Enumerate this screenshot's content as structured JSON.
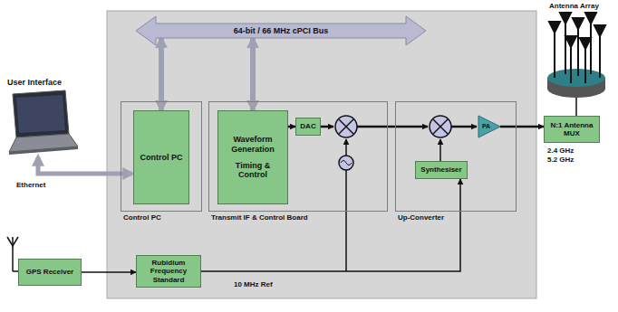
{
  "diagram": {
    "nodes": [
      {
        "text": [
          "64-bit / 66 MHz cPCI Bus"
        ]
      },
      {
        "text": [
          "Control PC"
        ]
      },
      {
        "text": [
          "Control PC"
        ],
        "in": 1
      },
      {
        "text": [
          "Transmit IF & Control Board"
        ]
      },
      {
        "text": [
          "Waveform Generation",
          "Timing & Control"
        ],
        "in": 3
      },
      {
        "text": [
          "DAC"
        ],
        "in": 3
      },
      {
        "text": [
          "Up-Converter"
        ]
      },
      {
        "text": [
          "Synthesiser"
        ],
        "in": 6
      },
      {
        "text": [
          "PA"
        ],
        "in": 6
      },
      {
        "text": [
          "N:1 Antenna MUX"
        ]
      },
      {
        "text": [
          "GPS Receiver"
        ]
      },
      {
        "text": [
          "Rubidium Frequency Standard"
        ]
      }
    ],
    "edges": [
      {
        "from": 0,
        "to": 2,
        "arrow": "both"
      },
      {
        "from": 0,
        "to": 4,
        "arrow": "both"
      },
      {
        "from": 4,
        "to": 5,
        "arrow": "to"
      },
      {
        "from": 8,
        "to": 9,
        "arrow": "to"
      },
      {
        "from": 10,
        "to": 11,
        "arrow": "to"
      },
      {
        "from": 11,
        "to": 7,
        "arrow": "to"
      }
    ],
    "labels": [
      "User Interface",
      "Ethernet",
      "Antenna Array",
      "2.4 GHz",
      "5.2 GHz",
      "10 MHz Ref"
    ]
  }
}
